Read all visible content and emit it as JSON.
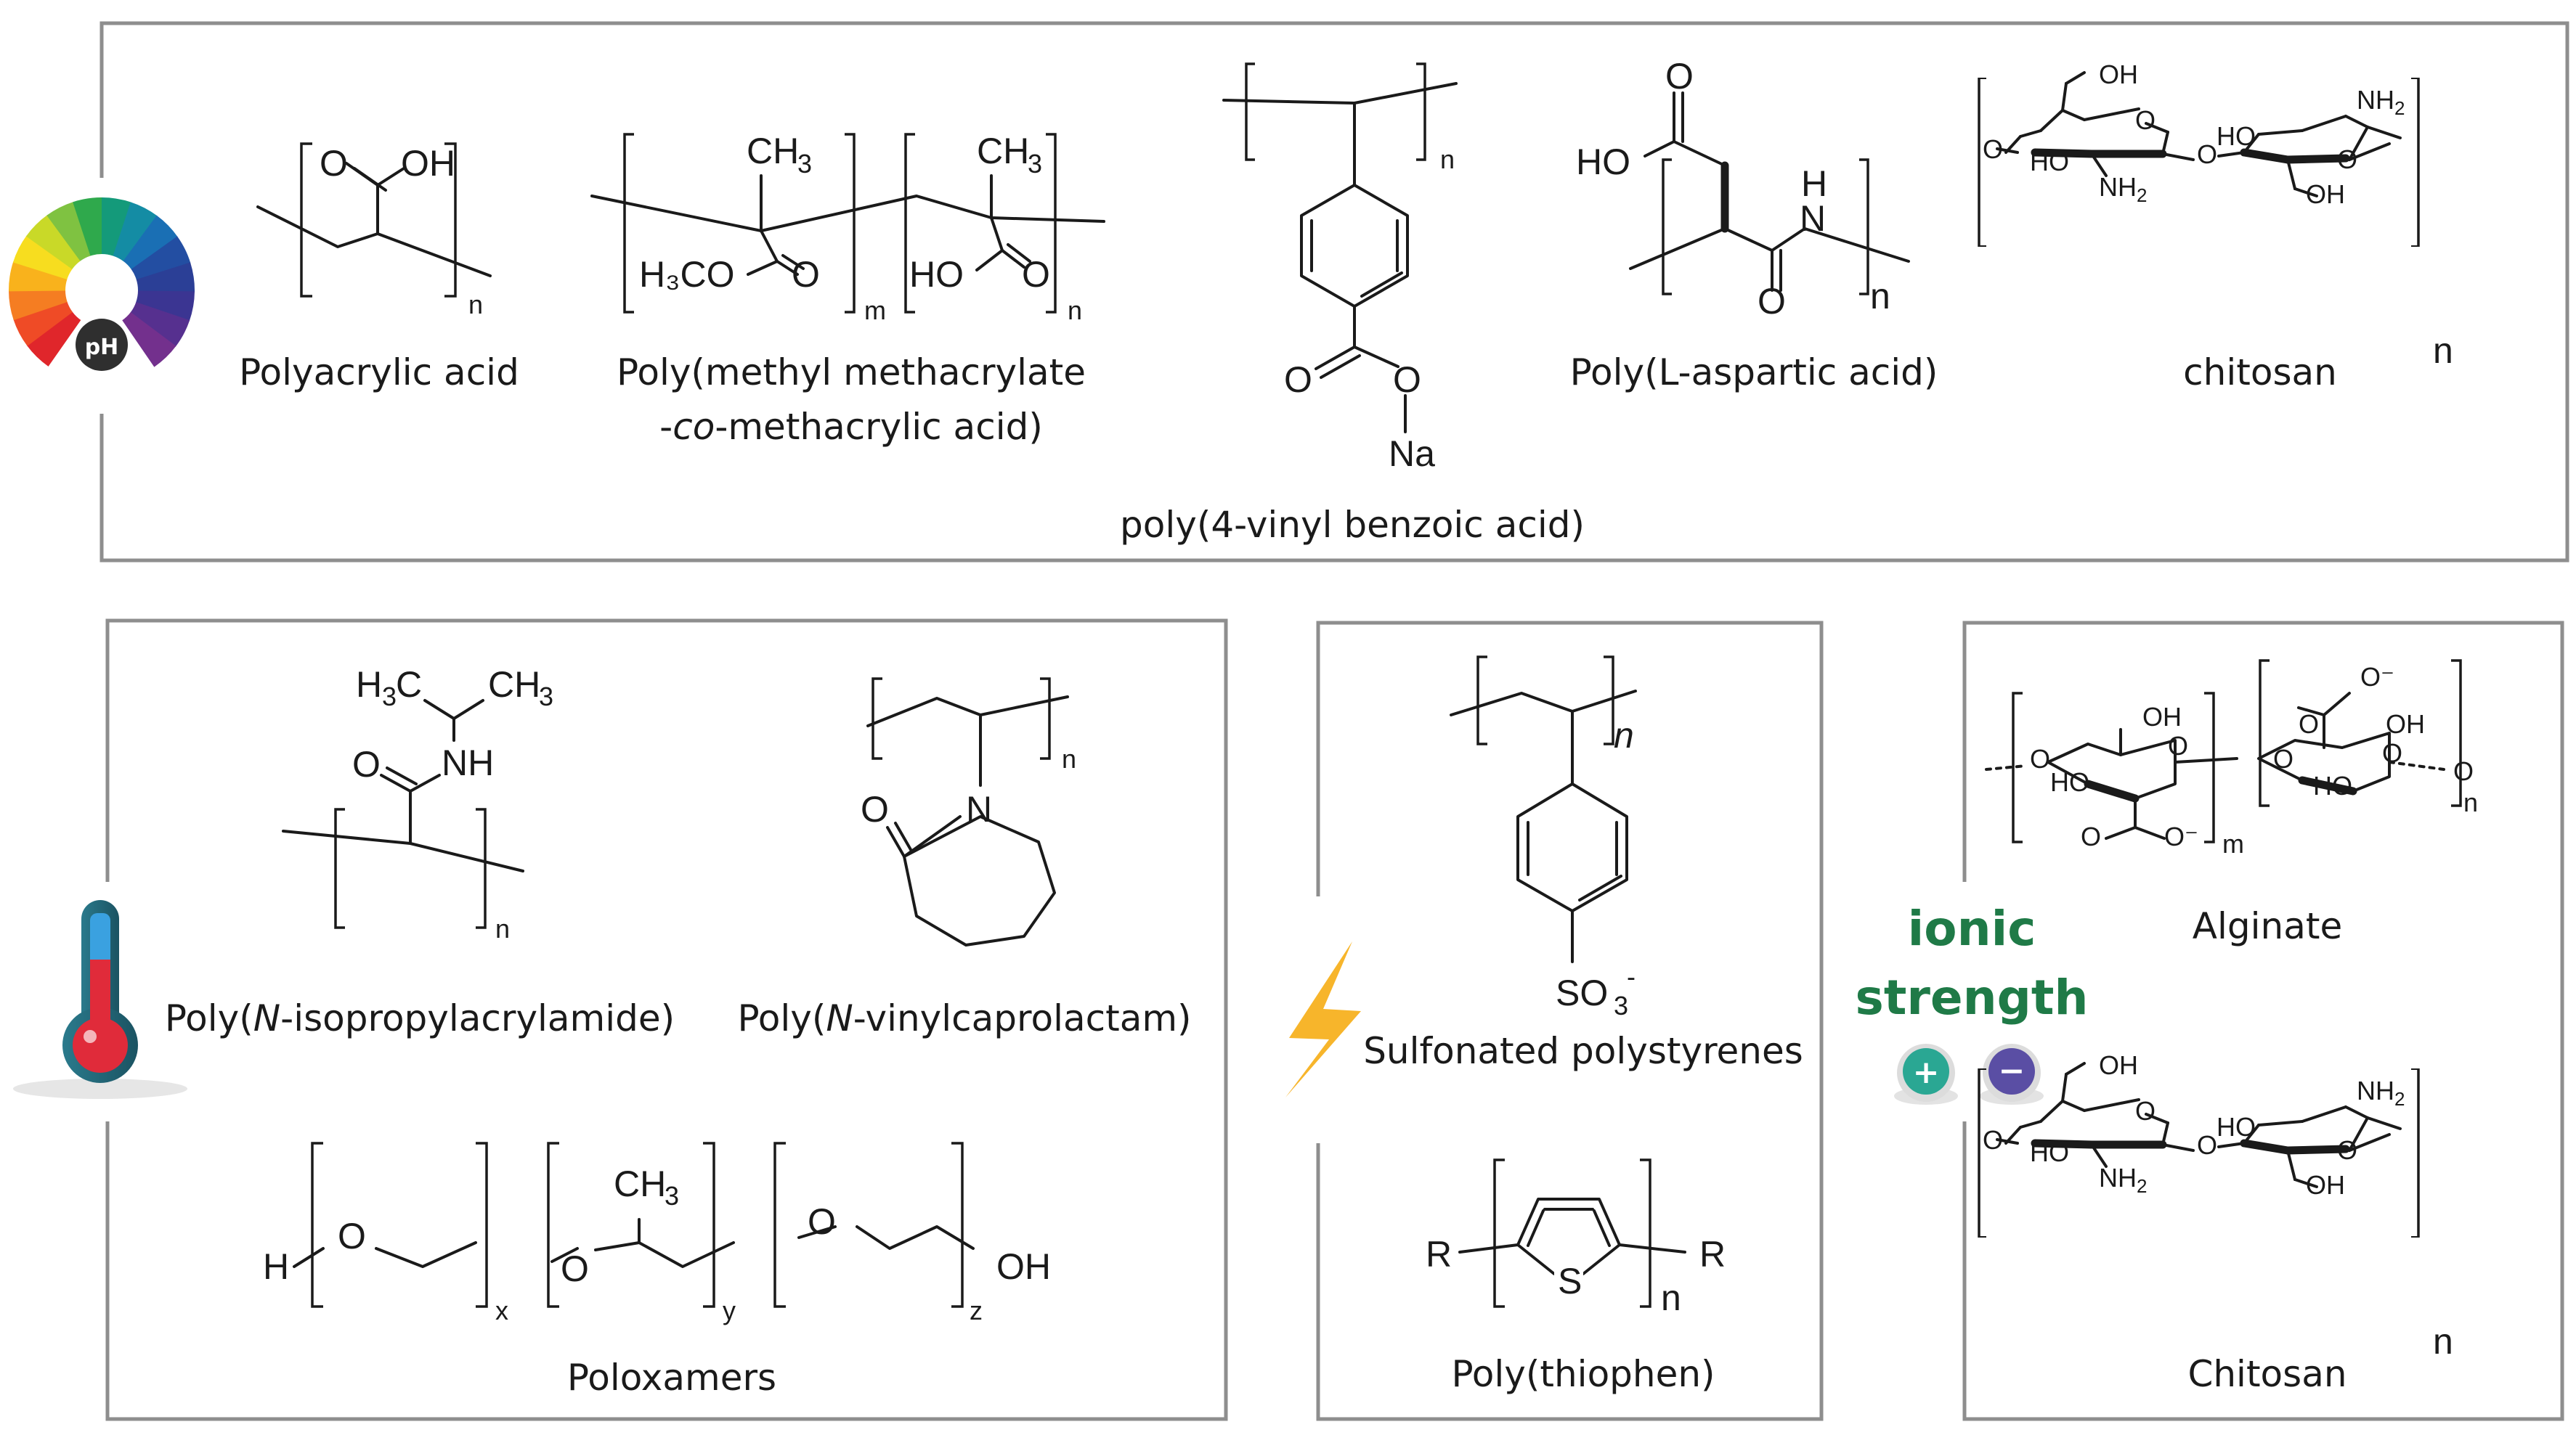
{
  "colors": {
    "box_stroke": "#8e8e8e",
    "ionic_text": "#1f7a47",
    "plus_badge": "#2aa793",
    "minus_badge": "#5a4ea4",
    "lightning": "#f7b52b",
    "thermo_red": "#e02b3a",
    "thermo_blue": "#3aa1e0"
  },
  "icons": {
    "ph_wheel": {
      "label": "pH"
    },
    "thermometer": "thermometer-icon",
    "lightning": "lightning-icon",
    "ionic": {
      "line1": "ionic",
      "line2": "strength",
      "plus": "+",
      "minus": "−"
    }
  },
  "ph_group": {
    "polymers": [
      {
        "name": "Polyacrylic acid"
      },
      {
        "name_line1": "Poly(methyl methacrylate",
        "name_line2_prefix": "-",
        "name_line2_italic": "co",
        "name_line2_suffix": "-methacrylic acid)"
      },
      {
        "name": "poly(4-vinyl benzoic acid)"
      },
      {
        "name": "Poly(L-aspartic acid)"
      },
      {
        "name": "chitosan"
      }
    ]
  },
  "thermo_group": {
    "polymers": [
      {
        "prefix": "Poly(",
        "italic": "N",
        "suffix": "-isopropylacrylamide)"
      },
      {
        "prefix": "Poly(",
        "italic": "N",
        "suffix": "-vinylcaprolactam)"
      },
      {
        "name": "Poloxamers"
      }
    ]
  },
  "electric_group": {
    "polymers": [
      {
        "name": "Sulfonated polystyrenes"
      },
      {
        "name": "Poly(thiophen)"
      }
    ]
  },
  "ionic_group": {
    "polymers": [
      {
        "name": "Alginate"
      },
      {
        "name": "Chitosan"
      }
    ]
  },
  "atoms": {
    "OH": "OH",
    "O": "O",
    "CH": "CH",
    "three": "3",
    "H3CO": "H₃CO",
    "HO": "HO",
    "n": "n",
    "m": "m",
    "x": "x",
    "y": "y",
    "z": "z",
    "Na": "Na",
    "H": "H",
    "N": "N",
    "NH": "NH",
    "NH2_base": "NH",
    "two": "2",
    "SO": "SO",
    "minus_sup": "-",
    "S": "S",
    "R": "R",
    "H3C_base": "H",
    "C": "C",
    "O_minus": "O⁻"
  }
}
